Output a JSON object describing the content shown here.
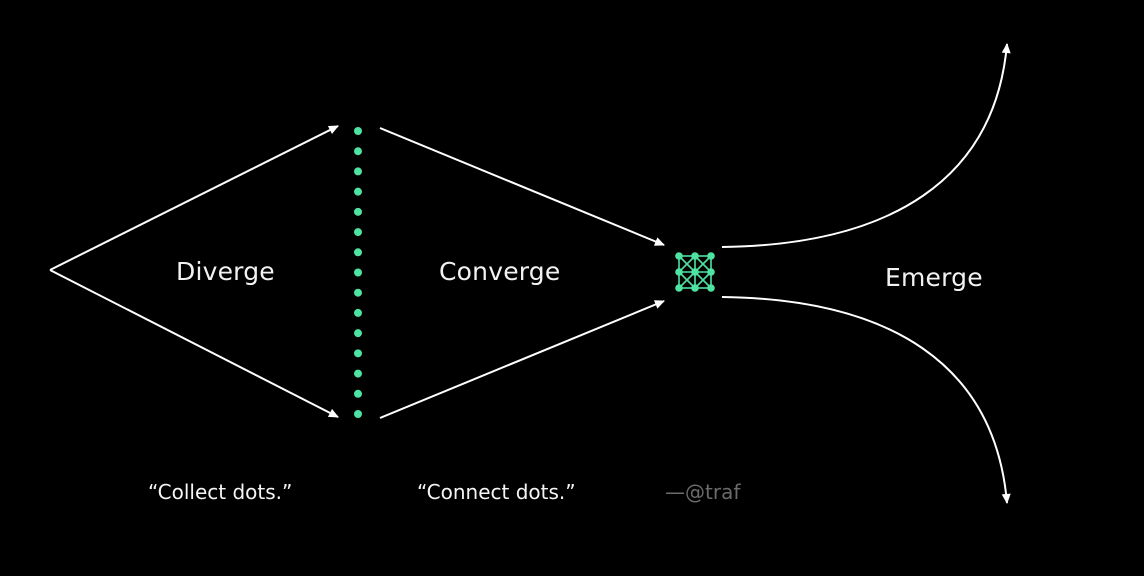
{
  "stages": {
    "diverge": "Diverge",
    "converge": "Converge",
    "emerge": "Emerge"
  },
  "quotes": {
    "collect": "“Collect dots.”",
    "connect": "“Connect dots.”",
    "attribution": "—@traf"
  },
  "colors": {
    "background": "#000000",
    "line": "#ffffff",
    "dot": "#4ee3a3",
    "attribution": "#6b6b6b"
  },
  "dots": {
    "count": 15
  }
}
